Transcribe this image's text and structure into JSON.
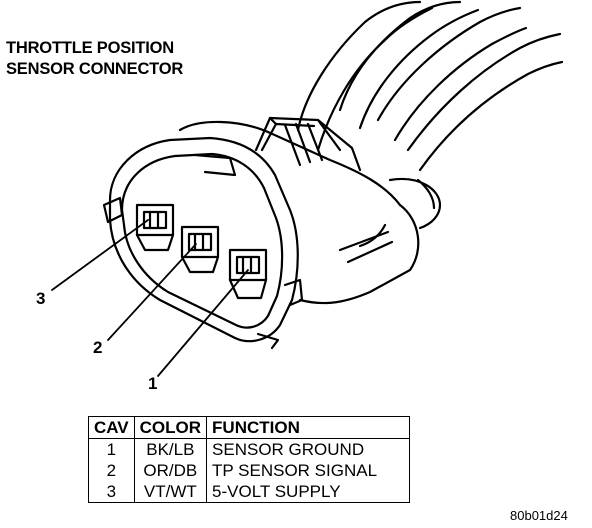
{
  "title": {
    "line1": "THROTTLE POSITION",
    "line2": "SENSOR CONNECTOR"
  },
  "callouts": [
    "3",
    "2",
    "1"
  ],
  "table": {
    "headers": [
      "CAV",
      "COLOR",
      "FUNCTION"
    ],
    "rows": [
      {
        "cav": "1",
        "color": "BK/LB",
        "function": "SENSOR GROUND"
      },
      {
        "cav": "2",
        "color": "OR/DB",
        "function": "TP SENSOR SIGNAL"
      },
      {
        "cav": "3",
        "color": "VT/WT",
        "function": "5-VOLT SUPPLY"
      }
    ]
  },
  "figure_id": "80b01d24"
}
